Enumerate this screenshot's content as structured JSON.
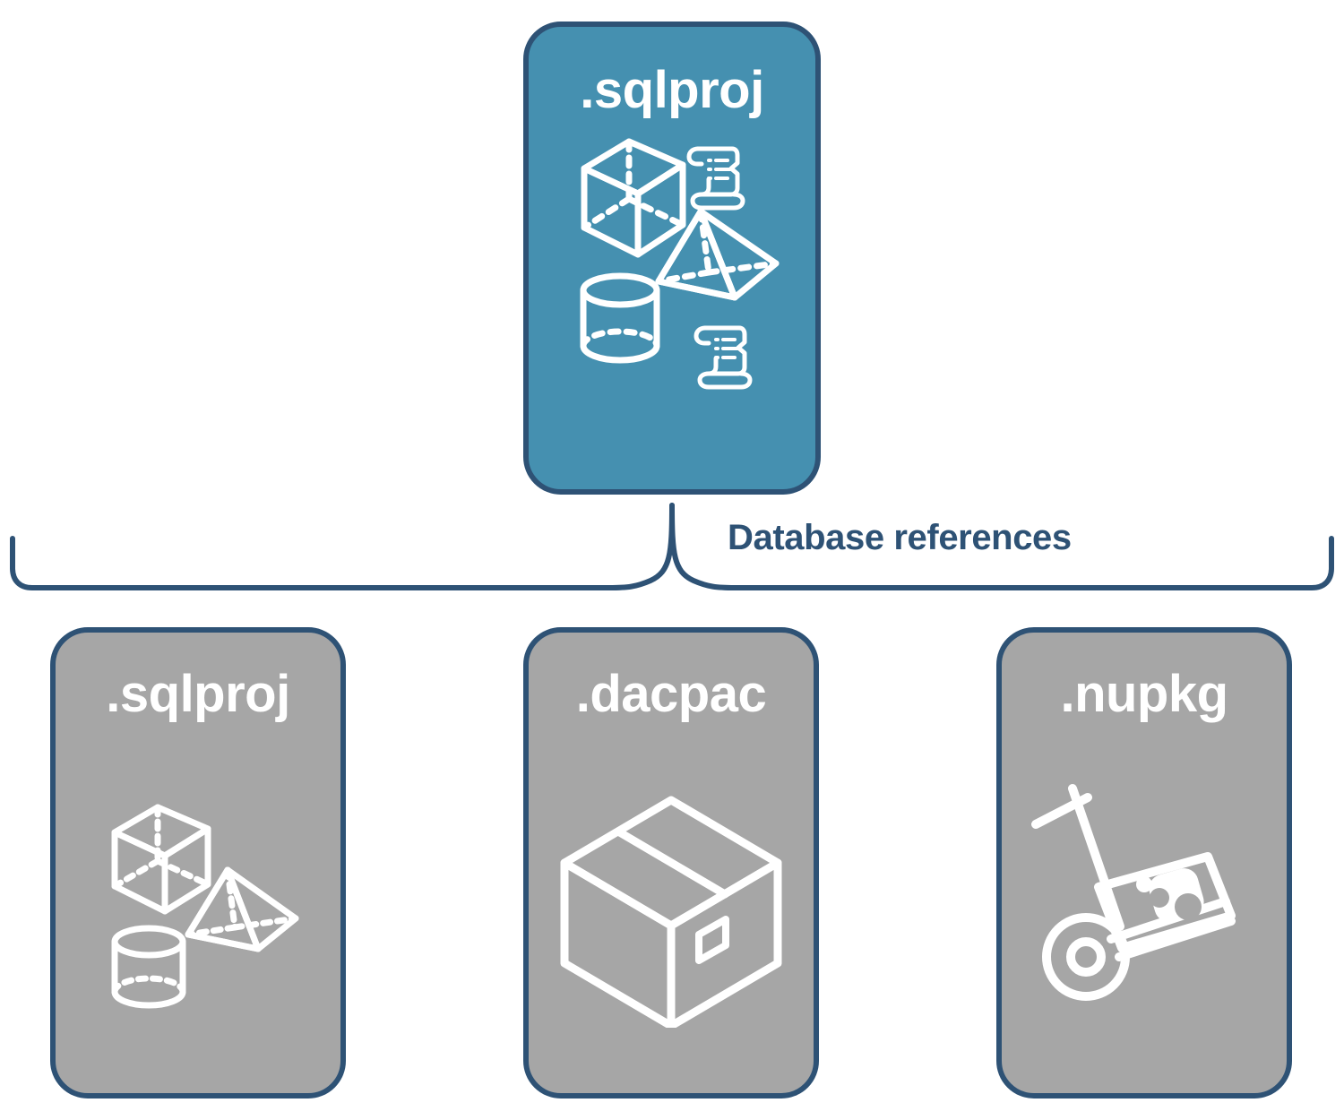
{
  "diagram": {
    "title_card": {
      "label": ".sqlproj",
      "fill_color": "#4590b0",
      "border_color": "#2e5275",
      "text_color": "#ffffff",
      "icons": [
        "wireframe-cube-icon",
        "wireframe-pyramid-icon",
        "wireframe-cylinder-icon",
        "scroll-script-icon",
        "scroll-script-icon"
      ]
    },
    "connector": {
      "label": "Database references",
      "label_color": "#2e5275",
      "line_color": "#2e5275",
      "style": "curly-brace"
    },
    "reference_cards": [
      {
        "label": ".sqlproj",
        "fill_color": "#a6a6a6",
        "border_color": "#2e5275",
        "text_color": "#ffffff",
        "icons": [
          "wireframe-cube-icon",
          "wireframe-pyramid-icon",
          "wireframe-cylinder-icon"
        ]
      },
      {
        "label": ".dacpac",
        "fill_color": "#a6a6a6",
        "border_color": "#2e5275",
        "text_color": "#ffffff",
        "icons": [
          "package-box-icon"
        ]
      },
      {
        "label": ".nupkg",
        "fill_color": "#a6a6a6",
        "border_color": "#2e5275",
        "text_color": "#ffffff",
        "icons": [
          "hand-truck-package-icon"
        ]
      }
    ]
  }
}
